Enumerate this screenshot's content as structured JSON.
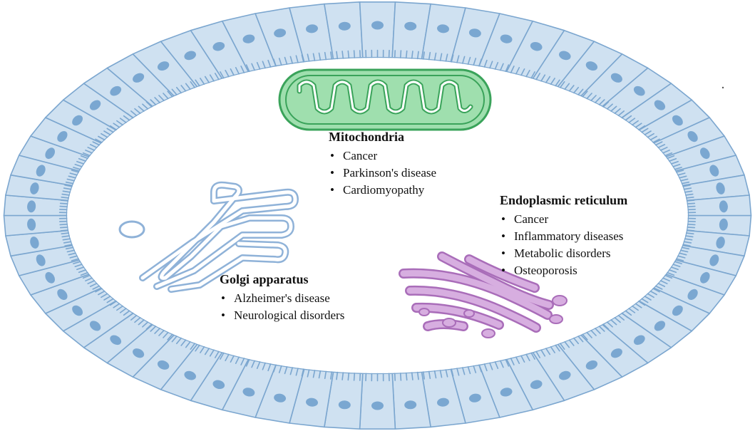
{
  "organelles": {
    "mitochondria": {
      "title": "Mitochondria",
      "diseases": [
        "Cancer",
        "Parkinson's disease",
        "Cardiomyopathy"
      ]
    },
    "endoplasmic_reticulum": {
      "title": "Endoplasmic reticulum",
      "diseases": [
        "Cancer",
        "Inflammatory diseases",
        "Metabolic disorders",
        "Osteoporosis"
      ]
    },
    "golgi": {
      "title": "Golgi apparatus",
      "diseases": [
        "Alzheimer's disease",
        "Neurological disorders"
      ]
    }
  },
  "colors": {
    "cell_fill": "#cfe1f1",
    "cell_stroke": "#7ba6cf",
    "nucleus": "#7aa7d1",
    "mito_fill": "#8ed8a0",
    "mito_stroke": "#3aa35a",
    "golgi_stroke": "#8fb2d8",
    "er_fill": "#d7aee0",
    "er_stroke": "#a96db9"
  }
}
